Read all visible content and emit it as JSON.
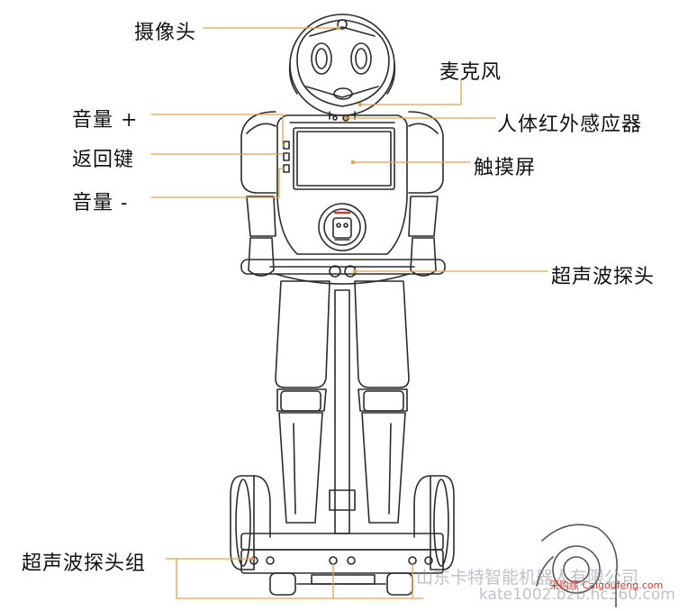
{
  "labels": {
    "camera": "摄像头",
    "microphone": "麦克风",
    "volume_up": "音量 +",
    "infrared_sensor": "人体红外感应器",
    "back_key": "返回键",
    "touch_screen": "触摸屏",
    "volume_down": "音量 -",
    "ultrasonic_probe": "超声波探头",
    "ultrasonic_probe_group": "超声波探头组"
  },
  "watermark": {
    "company": "山东卡特智能机器人有限公司",
    "site": "kate1002.b2b.hc360.com",
    "caigou": "采购缘 Caigoufeng.com"
  },
  "colors": {
    "leader_line": "#e8a04a",
    "outline": "#2b2b2b",
    "badge_red": "#d23a2a"
  }
}
